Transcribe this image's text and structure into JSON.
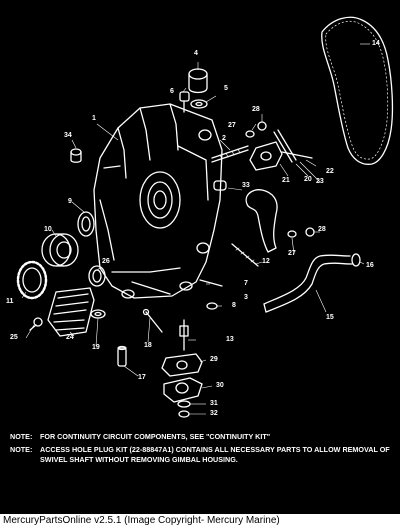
{
  "diagram": {
    "callouts": {
      "c1": "1",
      "c2": "2",
      "c3": "3",
      "c4": "4",
      "c5": "5",
      "c6": "6",
      "c7": "7",
      "c8": "8",
      "c9": "9",
      "c10": "10",
      "c11": "11",
      "c12": "12",
      "c13": "13",
      "c14": "14",
      "c15": "15",
      "c16": "16",
      "c17": "17",
      "c18": "18",
      "c19": "19",
      "c20": "20",
      "c21": "21",
      "c22": "22",
      "c23": "23",
      "c24": "24",
      "c25": "25",
      "c26": "26",
      "c27a": "27",
      "c27b": "27",
      "c28a": "28",
      "c28b": "28",
      "c29": "29",
      "c30": "30",
      "c31": "31",
      "c32": "32",
      "c33": "33",
      "c34": "34"
    }
  },
  "notes": [
    {
      "label": "NOTE:",
      "text": "FOR CONTINUITY CIRCUIT COMPONENTS, SEE \"CONTINUITY KIT\""
    },
    {
      "label": "NOTE:",
      "text": "ACCESS HOLE PLUG KIT (22-88847A1) CONTAINS ALL NECESSARY PARTS TO ALLOW REMOVAL OF SWIVEL SHAFT WITHOUT REMOVING GIMBAL HOUSING."
    }
  ],
  "copyright": "MercuryPartsOnline v2.5.1 (Image Copyright- Mercury Marine)"
}
